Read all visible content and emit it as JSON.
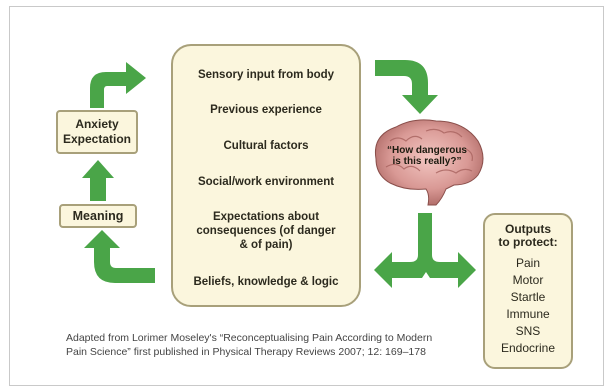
{
  "anxiety": {
    "line1": "Anxiety",
    "line2": "Expectation"
  },
  "meaning": {
    "label": "Meaning"
  },
  "central": {
    "items": [
      "Sensory input from body",
      "Previous experience",
      "Cultural factors",
      "Social/work environment",
      "Expectations about",
      "consequences (of danger",
      "& of pain)",
      "Beliefs, knowledge & logic"
    ]
  },
  "brain": {
    "line1": "“How dangerous",
    "line2": "is this really?”"
  },
  "outputs": {
    "title1": "Outputs",
    "title2": "to protect:",
    "items": [
      "Pain",
      "Motor",
      "Startle",
      "Immune",
      "SNS",
      "Endocrine"
    ]
  },
  "caption": {
    "line1": "Adapted from Lorimer Moseley's “Reconceptualising Pain According to Modern",
    "line2": "Pain Science” first published in Physical Therapy Reviews 2007; 12: 169–178"
  },
  "colors": {
    "arrow": "#4aa548",
    "box_border": "#a8a07a",
    "box_fill": "#fbf6dd"
  }
}
